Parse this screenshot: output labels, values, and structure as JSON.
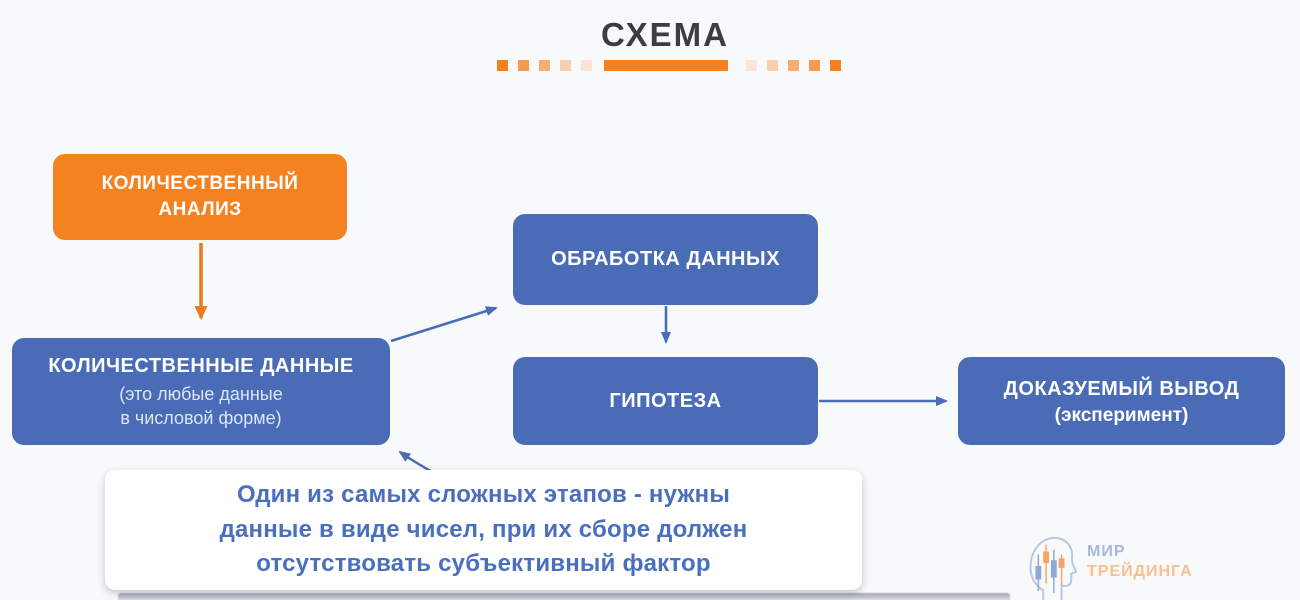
{
  "header": {
    "title": "СХЕМА"
  },
  "boxes": {
    "quantitative_analysis": {
      "label": "КОЛИЧЕСТВЕННЫЙ\nАНАЛИЗ"
    },
    "quantitative_data": {
      "title": "КОЛИЧЕСТВЕННЫЕ ДАННЫЕ",
      "subtitle": "(это любые данные\nв числовой форме)"
    },
    "data_processing": {
      "label": "ОБРАБОТКА ДАННЫХ"
    },
    "hypothesis": {
      "label": "ГИПОТЕЗА"
    },
    "provable_conclusion": {
      "title": "ДОКАЗУЕМЫЙ ВЫВОД",
      "subtitle": "(эксперимент)"
    }
  },
  "note": {
    "text": "Один из самых сложных этапов - нужны\nданные в виде чисел, при их сборе должен\nотсутствовать субъективный фактор"
  },
  "logo": {
    "line1": "МИР",
    "line2": "ТРЕЙДИНГА"
  },
  "colors": {
    "orange": "#f58220",
    "orange_arrow": "#e87d1a",
    "blue": "#4a6cb7",
    "note_text": "#4a6fbe",
    "title_text": "#3d3d3f",
    "background": "#f7f9fb"
  },
  "decoration": {
    "squares_left": [
      "#f5811e",
      "#f79a4e",
      "#f8ad72",
      "#fbcfae",
      "#fce4d6"
    ],
    "bar": "#f5821f",
    "squares_right": [
      "#fce4d6",
      "#fbcfae",
      "#f8ad72",
      "#f79a4e",
      "#f5811e"
    ]
  }
}
